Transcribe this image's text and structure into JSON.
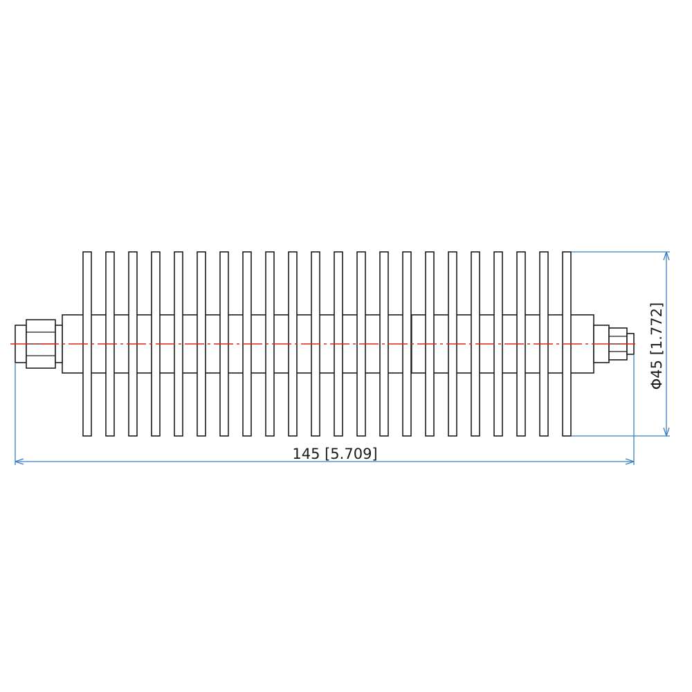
{
  "drawing": {
    "length_dimension": "145 [5.709]",
    "diameter_dimension": "Φ45 [1.772]",
    "fin_count": 22,
    "colors": {
      "outline": "#1a1a1a",
      "dimension": "#3a7fc4",
      "centerline": "#e0241b",
      "background": "#ffffff"
    }
  }
}
